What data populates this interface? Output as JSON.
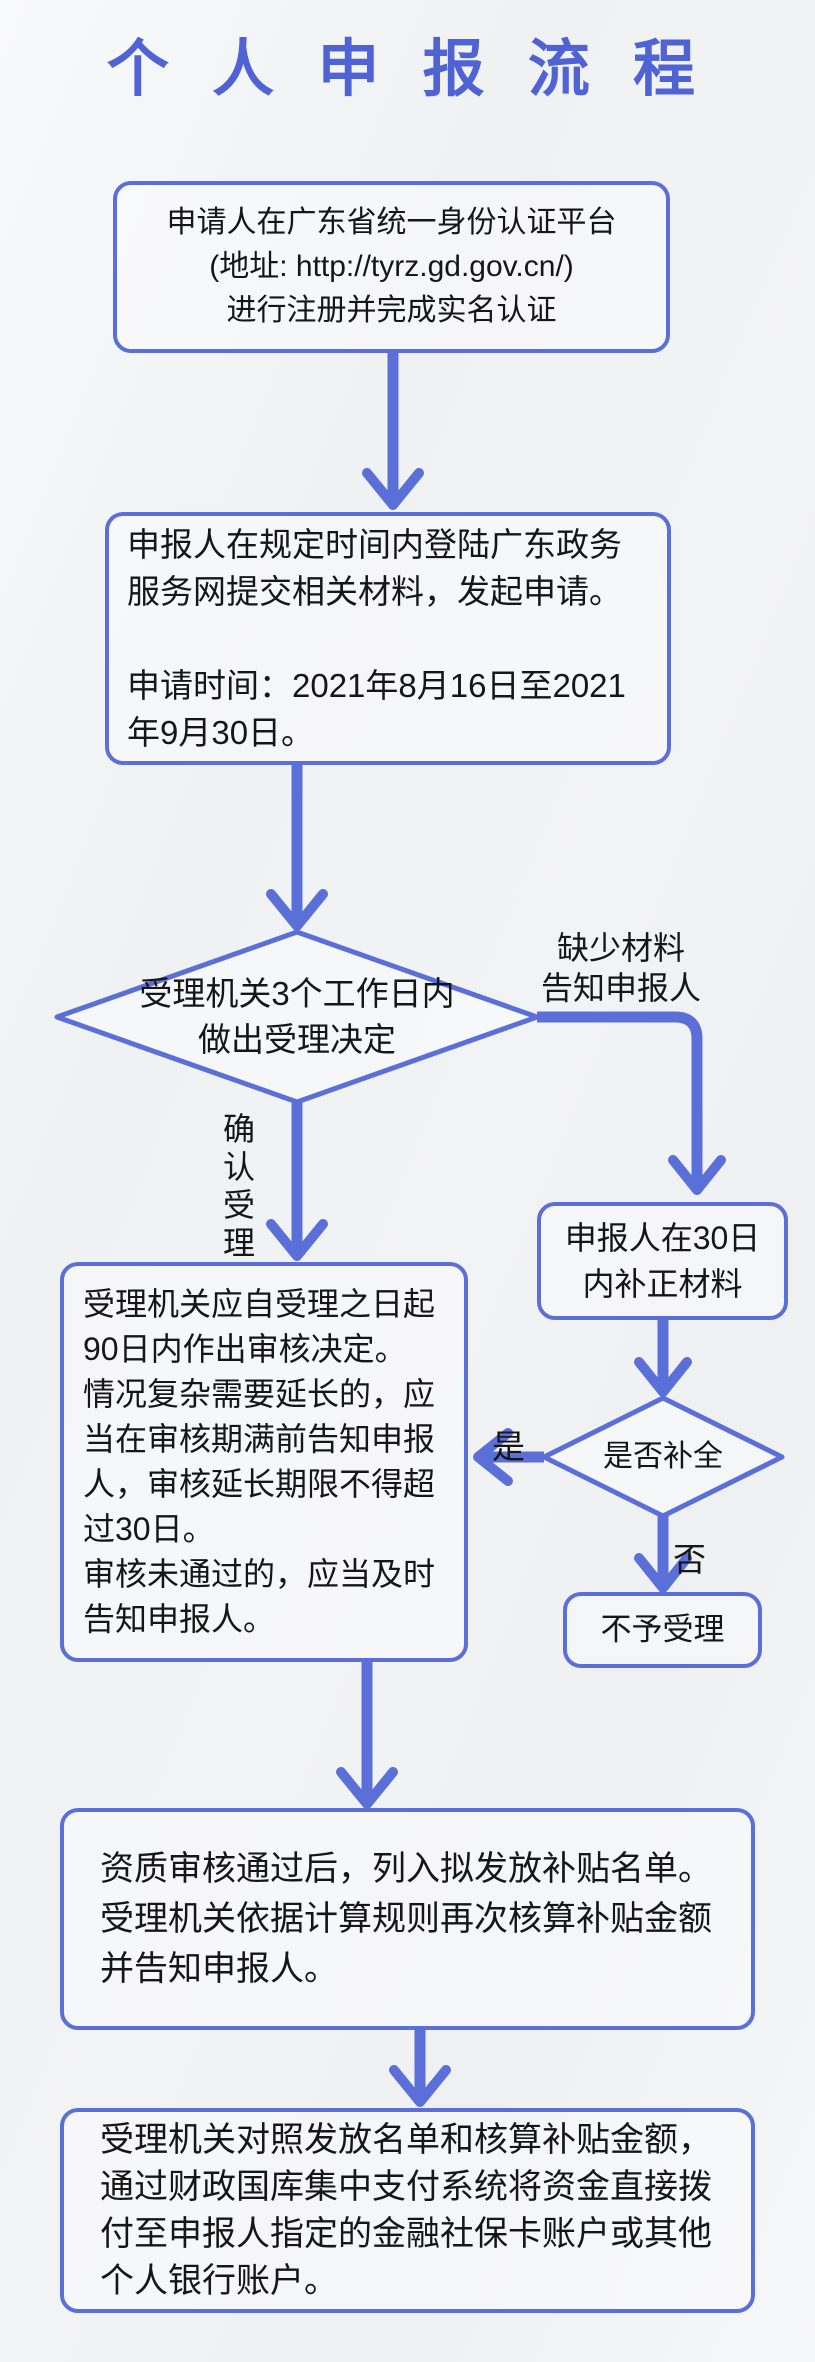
{
  "title": "个 人 申 报 流 程",
  "colors": {
    "accent": "#5b6fd8",
    "title": "#4f63d5",
    "text": "#161616"
  },
  "flow": {
    "register_box": {
      "lines": [
        "申请人在广东省统一身份认证平台",
        "(地址: http://tyrz.gd.gov.cn/)",
        "进行注册并完成实名认证"
      ]
    },
    "submit_box": {
      "lines": [
        "申报人在规定时间内登陆广东政务",
        "服务网提交相关材料，发起申请。",
        "",
        "申请时间：2021年8月16日至2021",
        "年9月30日。"
      ]
    },
    "accept_decision_diamond": {
      "lines": [
        "受理机关3个工作日内",
        "做出受理决定"
      ]
    },
    "missing_material_label": {
      "lines": [
        "缺少材料",
        "告知申报人"
      ]
    },
    "confirm_accept_label": "确认受理",
    "correct_box": {
      "lines": [
        "申报人在30日",
        "内补正材料"
      ]
    },
    "review_box": {
      "lines": [
        "受理机关应自受理之日起",
        "90日内作出审核决定。",
        "情况复杂需要延长的，应",
        "当在审核期满前告知申报",
        "人，审核延长期限不得超",
        "过30日。",
        "审核未通过的，应当及时",
        "告知申报人。"
      ]
    },
    "complete_diamond": {
      "label": "是否补全"
    },
    "yes_label": "是",
    "no_label": "否",
    "reject_box": {
      "label": "不予受理"
    },
    "list_box": {
      "lines": [
        "资质审核通过后，列入拟发放补贴名单。",
        "受理机关依据计算规则再次核算补贴金额",
        "并告知申报人。"
      ]
    },
    "pay_box": {
      "lines": [
        "受理机关对照发放名单和核算补贴金额，",
        "通过财政国库集中支付系统将资金直接拨",
        "付至申报人指定的金融社保卡账户或其他",
        "个人银行账户。"
      ]
    }
  }
}
